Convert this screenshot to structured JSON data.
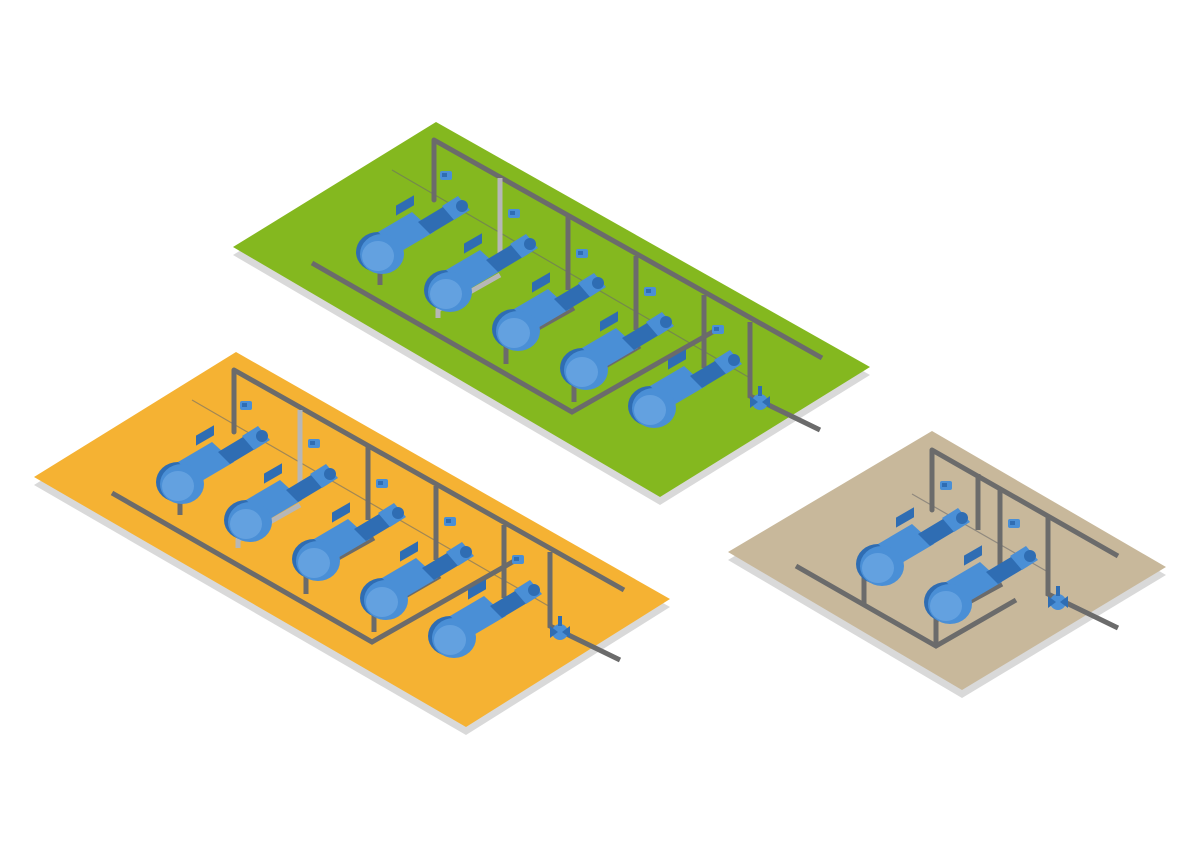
{
  "colors": {
    "background": "#ffffff",
    "shadow": "#d9d9d9",
    "pipe": "#6b6b6b",
    "pipe_light": "#b7b7b7",
    "pump_body": "#4a8fd6",
    "pump_dark": "#2f6db3",
    "pump_light": "#78b0ea"
  },
  "platforms": [
    {
      "id": "green",
      "color": "#84b81f",
      "pump_count": 5,
      "has_outlet_valve": true
    },
    {
      "id": "orange",
      "color": "#f5b233",
      "pump_count": 5,
      "has_outlet_valve": true
    },
    {
      "id": "tan",
      "color": "#c8b89b",
      "pump_count": 2,
      "has_outlet_valve": true
    }
  ],
  "icons": [
    "pump-icon",
    "sensor-icon",
    "valve-icon"
  ]
}
